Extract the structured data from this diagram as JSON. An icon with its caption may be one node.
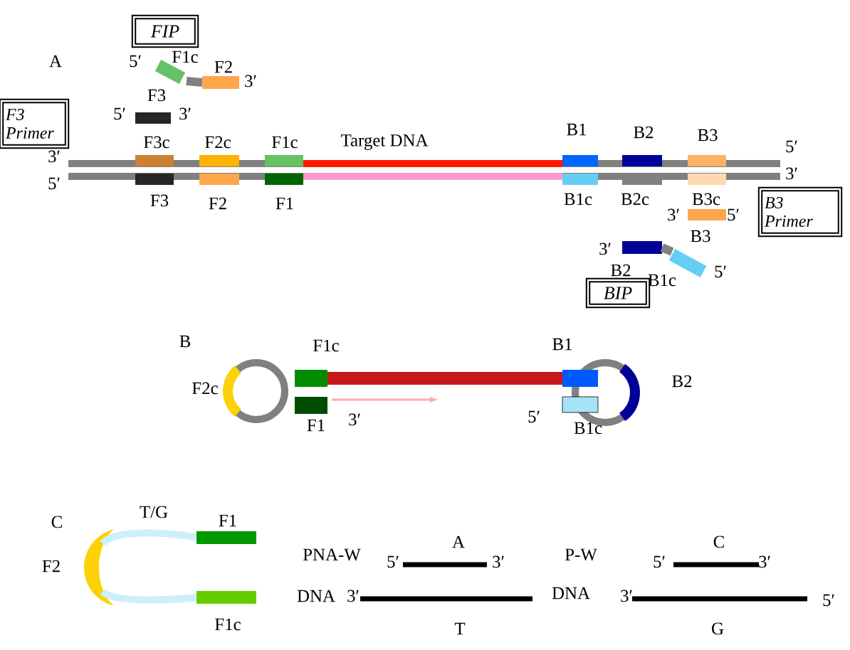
{
  "diagram": {
    "nodes": [
      {
        "text": [
          "FIP"
        ]
      },
      {
        "text": [
          "F3 Primer"
        ]
      },
      {
        "text": [
          "B3 Primer"
        ]
      },
      {
        "text": [
          "BIP"
        ]
      }
    ],
    "labels": [
      "A",
      "5′",
      "F1c",
      "F2",
      "3′",
      "F3",
      "5′",
      "3′",
      "F3c",
      "F2c",
      "F1c",
      "Target DNA",
      "B1",
      "B2",
      "B3",
      "3′",
      "5′",
      "5′",
      "3′",
      "F3",
      "F2",
      "F1",
      "B1c",
      "B2c",
      "B3c",
      "3′",
      "5′",
      "B3",
      "3′",
      "B2",
      "B1c",
      "5′",
      "B",
      "F1c",
      "B1",
      "F2c",
      "B2",
      "F1",
      "3′",
      "5′",
      "B1c",
      "C",
      "T/G",
      "F1",
      "F2",
      "PNA-W",
      "5′",
      "A",
      "3′",
      "P-W",
      "5′",
      "C",
      "3′",
      "DNA",
      "3′",
      "DNA",
      "3′",
      "5′",
      "F1c",
      "T",
      "G"
    ]
  }
}
